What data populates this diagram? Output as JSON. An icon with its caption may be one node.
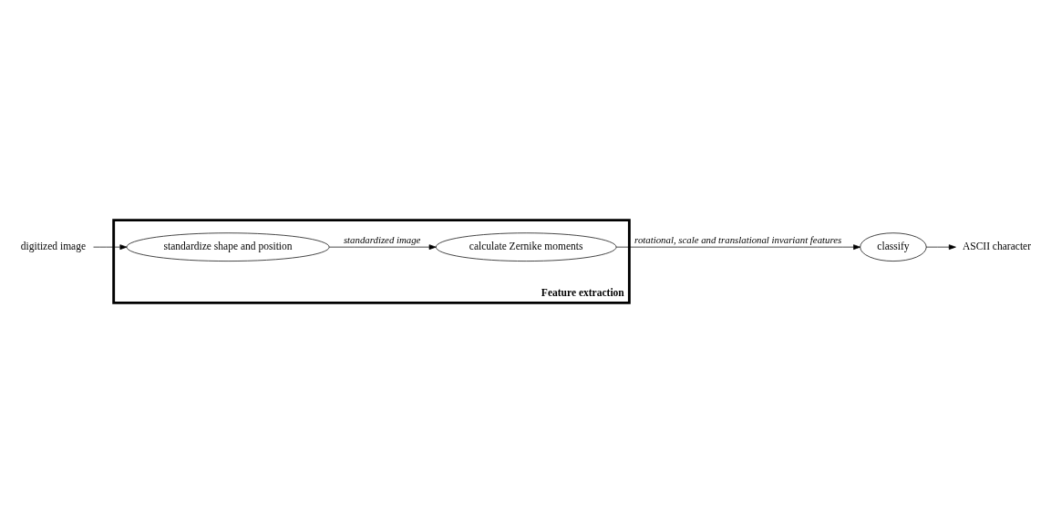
{
  "diagram": {
    "nodes": [
      {
        "text": [
          "Feature extraction"
        ]
      },
      {
        "text": [
          "digitized image"
        ]
      },
      {
        "text": [
          "standardize shape and position"
        ],
        "in": 0
      },
      {
        "text": [
          "calculate Zernike moments"
        ],
        "in": 0
      },
      {
        "text": [
          "classify"
        ]
      },
      {
        "text": [
          "ASCII character"
        ]
      }
    ],
    "edges": [
      {
        "from": 1,
        "to": 2,
        "arrow": "to"
      },
      {
        "from": 2,
        "to": 3,
        "arrow": "to",
        "label": "standardized image"
      },
      {
        "from": 3,
        "to": 4,
        "arrow": "to",
        "label": "rotational, scale and translational invariant features"
      },
      {
        "from": 4,
        "to": 5,
        "arrow": "to"
      }
    ]
  }
}
